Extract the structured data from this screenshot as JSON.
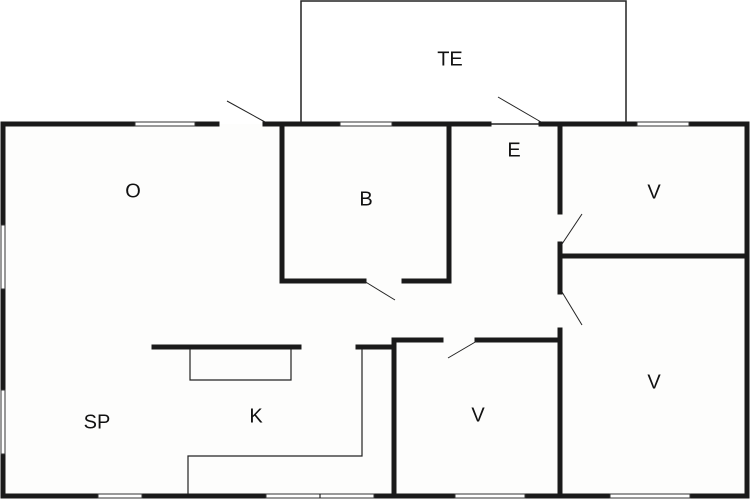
{
  "rooms": {
    "terrace": "TE",
    "living": "O",
    "bath": "B",
    "entry": "E",
    "bedroom_top_right": "V",
    "bedroom_right": "V",
    "bedroom_bottom_mid": "V",
    "dining": "SP",
    "kitchen": "K"
  },
  "colors": {
    "wall": "#1a1a1a",
    "floor": "#fdfdfc"
  }
}
